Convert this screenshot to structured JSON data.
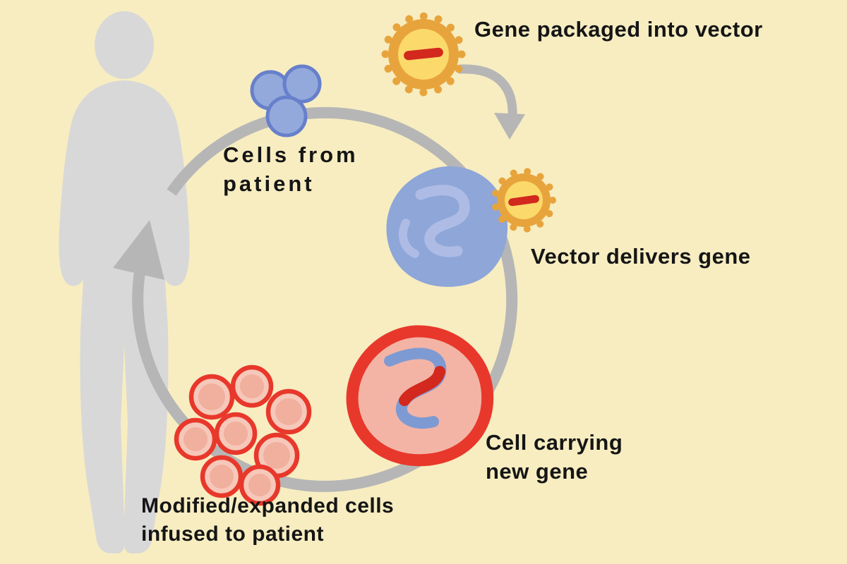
{
  "diagram": {
    "type": "cycle-diagram",
    "subject": "Gene therapy process",
    "labels": {
      "gene_packaged": "Gene packaged into vector",
      "cells_from_patient": "Cells from\npatient",
      "vector_delivers": "Vector delivers gene",
      "cell_carrying": "Cell carrying\nnew gene",
      "modified_cells": "Modified/expanded cells\ninfused to patient"
    },
    "colors": {
      "background": "#f7edc1",
      "silhouette_gray": "#d8d8d8",
      "arrow_gray": "#b6b6b6",
      "cell_blue_fill": "#93a9dc",
      "cell_blue_outline": "#6780cb",
      "big_cell_blue": "#8ea6d8",
      "squiggle_light_blue": "#aebce5",
      "vector_orange": "#e8a43c",
      "vector_inner_yellow": "#fbd96b",
      "gene_red": "#d2281e",
      "red_cell_outline": "#e8382b",
      "red_cell_fill": "#f3b4a6",
      "pink_cell_fill": "#f6c8ba",
      "pink_cell_core": "#f1af9e",
      "dna_blue": "#7e9ad2",
      "text_black": "#151515"
    }
  }
}
